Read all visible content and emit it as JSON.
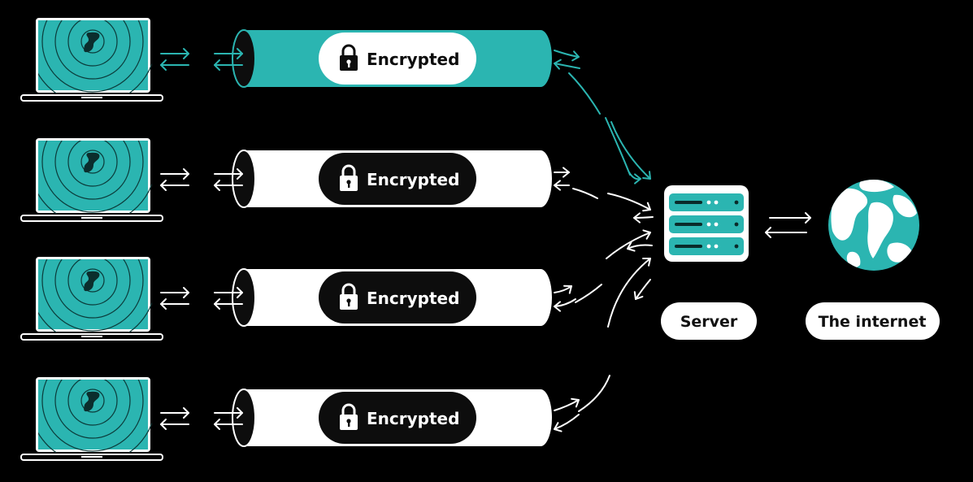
{
  "colors": {
    "background": "#000000",
    "accent": "#2bb5b1",
    "white": "#ffffff",
    "dark": "#0d0d0d"
  },
  "tunnels": [
    {
      "label": "Encrypted",
      "style": "accent",
      "icon": "lock-icon"
    },
    {
      "label": "Encrypted",
      "style": "plain",
      "icon": "lock-icon"
    },
    {
      "label": "Encrypted",
      "style": "plain",
      "icon": "lock-icon"
    },
    {
      "label": "Encrypted",
      "style": "plain",
      "icon": "lock-icon"
    }
  ],
  "devices": [
    {
      "icon": "laptop-icon",
      "logo": "surfshark-logo-icon"
    },
    {
      "icon": "laptop-icon",
      "logo": "surfshark-logo-icon"
    },
    {
      "icon": "laptop-icon",
      "logo": "surfshark-logo-icon"
    },
    {
      "icon": "laptop-icon",
      "logo": "surfshark-logo-icon"
    }
  ],
  "server": {
    "label": "Server",
    "icon": "server-icon"
  },
  "internet": {
    "label": "The internet",
    "icon": "globe-icon"
  }
}
